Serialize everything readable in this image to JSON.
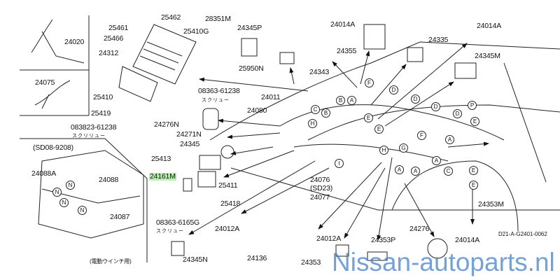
{
  "labels": {
    "p24020": "24020",
    "p24075": "24075",
    "p25461": "25461",
    "p25462": "25462",
    "p25466": "25466",
    "p25410G": "25410G",
    "p24312": "24312",
    "p28351M": "28351M",
    "p24345P": "24345P",
    "p25950N": "25950N",
    "p25410": "25410",
    "screw1": "08363-61238",
    "screw1_jp": "スクリュー",
    "p24011": "24011",
    "p25419": "25419",
    "screw2": "083823-61238",
    "screw2_jp": "スクリリュー",
    "p24080": "24080",
    "p24276N": "24276N",
    "p24271N": "24271N",
    "p24014A_1": "24014A",
    "p24355": "24355",
    "p24343": "24343",
    "p24335": "24335",
    "p24014A_2": "24014A",
    "p24345M": "24345M",
    "inset_range": "(SD08-9208)",
    "p24088A": "24088A",
    "p24088": "24088",
    "p24087": "24087",
    "inset_note": "(電動ウインチ用)",
    "p24345": "24345",
    "p25413": "25413",
    "p24161M": "24161M",
    "p25411": "25411",
    "p25418": "25418",
    "screw3": "08363-6165G",
    "screw3_jp": "スクリュー",
    "p24012A_1": "24012A",
    "p24345N": "24345N",
    "p24136": "24136",
    "p24076": "24076",
    "p24076_note": "(SD23)",
    "p24077": "24077",
    "p24012A_2": "24012A",
    "p24353": "24353",
    "p24353P": "24353P",
    "p24276": "24276",
    "p24014A_3": "24014A",
    "p24353M": "24353M"
  },
  "connectors": [
    "F",
    "D",
    "D",
    "D",
    "D",
    "P",
    "E",
    "E",
    "E",
    "B",
    "A",
    "C",
    "B",
    "H",
    "F",
    "A",
    "H",
    "G",
    "I",
    "A",
    "A",
    "A",
    "C",
    "E",
    "E",
    "N",
    "N",
    "N",
    "N"
  ],
  "diagram_code": "D21-A-G2401-0062",
  "watermark": "Nissan-autoparts.nl",
  "colors": {
    "highlight": "#b9f0b0",
    "watermark": "#4682c8"
  }
}
